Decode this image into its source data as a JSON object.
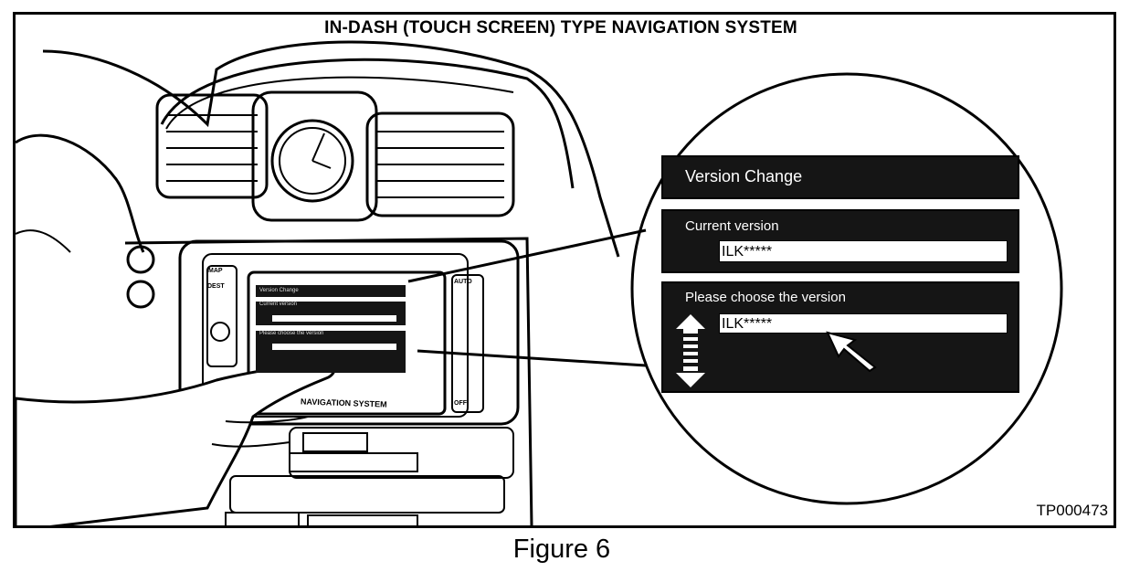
{
  "header": {
    "title": "IN-DASH (TOUCH SCREEN) TYPE NAVIGATION SYSTEM"
  },
  "figure": {
    "caption": "Figure 6",
    "reference_code": "TP000473"
  },
  "screen": {
    "title": "Version Change",
    "current_label": "Current version",
    "current_value": "ILK*****",
    "choose_label": "Please choose the version",
    "choose_value": "ILK*****"
  },
  "mini_screen": {
    "title": "Version Change",
    "current_label": "Current version",
    "choose_label": "Please choose the version"
  },
  "dash": {
    "system_label": "NAVIGATION SYSTEM",
    "buttons": {
      "map": "MAP",
      "dest": "DEST",
      "auto": "AUTO",
      "off": "OFF"
    }
  },
  "icons": [
    "up-arrow-icon",
    "down-arrow-icon",
    "pointer-cursor-icon",
    "finger-hand-illustration",
    "clock-illustration"
  ]
}
